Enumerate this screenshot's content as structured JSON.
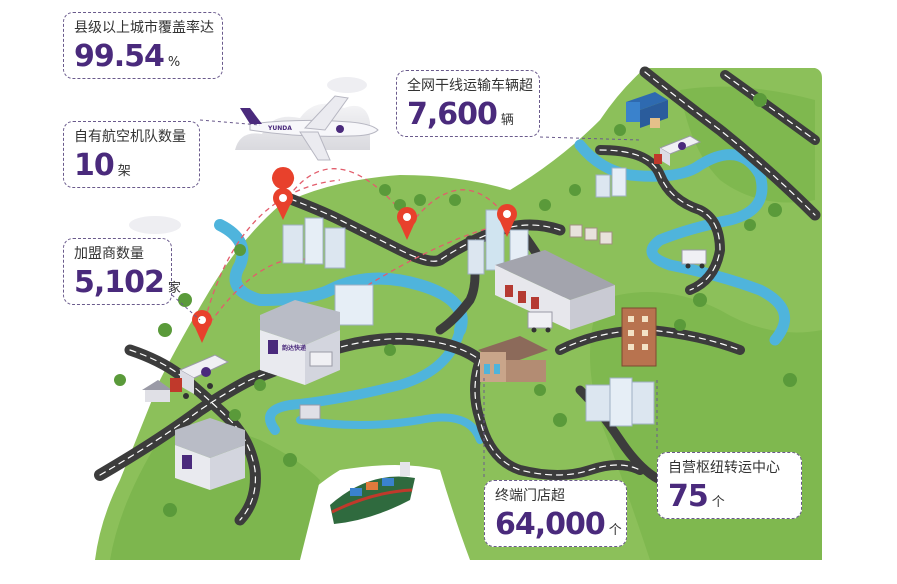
{
  "stats": [
    {
      "label": "县级以上城市覆盖率达",
      "value": "99.54",
      "unit": "%"
    },
    {
      "label": "全网干线运输车辆超",
      "value": "7,600",
      "unit": "辆"
    },
    {
      "label": "自有航空机队数量",
      "value": "10",
      "unit": "架"
    },
    {
      "label": "加盟商数量",
      "value": "5,102",
      "unit": "家"
    },
    {
      "label": "自营枢纽转运中心",
      "value": "75",
      "unit": "个"
    },
    {
      "label": "终端门店超",
      "value": "64,000",
      "unit": "个"
    }
  ],
  "brand": {
    "mark": "YUNDA",
    "sign": "韵达快递"
  },
  "colors": {
    "land": "#8cc05a",
    "land_dark": "#6fa845",
    "road": "#3c3c3c",
    "river": "#4fb4dc",
    "accent": "#4a2a7c",
    "pin": "#e8412c"
  }
}
